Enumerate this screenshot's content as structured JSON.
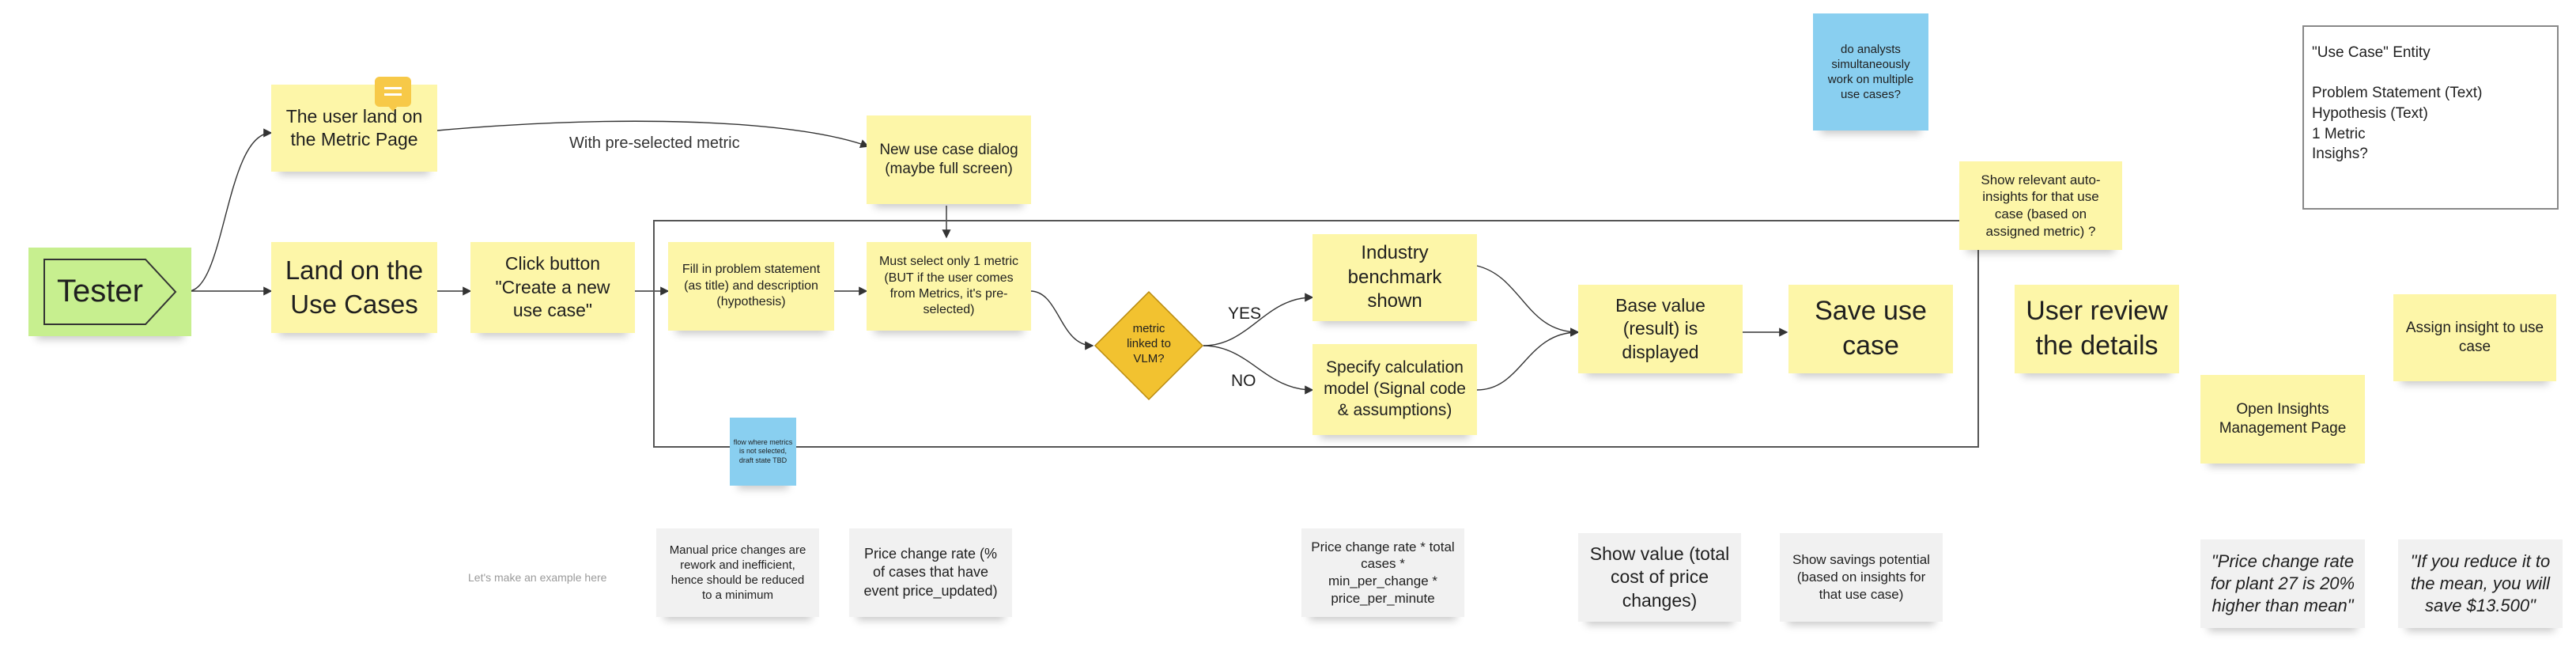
{
  "stickies": {
    "tester": "Tester",
    "user_land_metric": "The user land on the Metric Page",
    "land_use_cases": "Land on the Use Cases",
    "click_button": "Click button \"Create a new use case\"",
    "new_use_case_dialog": "New use case dialog (maybe full screen)",
    "fill_problem": "Fill in problem statement (as title) and description (hypothesis)",
    "must_select_metric": "Must select only 1 metric (BUT if the user comes from Metrics, it's pre-selected)",
    "decision": "metric linked to VLM?",
    "industry_benchmark": "Industry benchmark shown",
    "specify_calc": "Specify calculation model (Signal code & assumptions)",
    "base_value": "Base value (result) is displayed",
    "save_use_case": "Save use case",
    "analysts_question": "do analysts simultaneously work on multiple use cases?",
    "show_auto_insights": "Show relevant auto-insights for that use case (based on assigned metric) ?",
    "user_review": "User review the details",
    "assign_insight": "Assign insight to use case",
    "open_insights": "Open Insights Management Page",
    "flow_note": "flow where metrics is not selected, draft state TBD",
    "manual_price": "Manual price changes are rework and inefficient, hence should be reduced to a minimum",
    "price_change_rate": "Price change rate (% of cases that have event price_updated)",
    "formula": "Price change rate * total cases * min_per_change * price_per_minute",
    "show_value": "Show value (total cost of price changes)",
    "show_savings": "Show savings potential (based on insights for that use case)",
    "quote_plant": "\"Price change rate for plant 27 is 20% higher than mean\"",
    "quote_reduce": "\"If you reduce it to the mean, you will save $13.500\""
  },
  "labels": {
    "preselected_metric": "With pre-selected metric",
    "yes": "YES",
    "no": "NO",
    "example": "Let's make an example here"
  },
  "entity_card": {
    "text": "\"Use Case\" Entity\n\nProblem Statement (Text)\nHypothesis (Text)\n1 Metric\nInsighs?"
  },
  "colors": {
    "sticky_yellow": "#fdf6a8",
    "sticky_blue": "#89cff0",
    "sticky_gray": "#f1f1f1",
    "sticky_green": "#c7ef8f",
    "decision_diamond": "#f2c230",
    "comment_badge": "#f7c948"
  },
  "icons": [
    "comment-icon"
  ]
}
